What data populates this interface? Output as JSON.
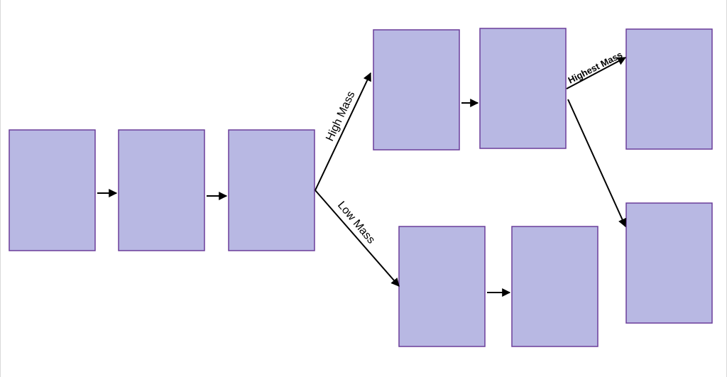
{
  "diagram": {
    "labels": {
      "high_mass": "High Mass",
      "low_mass": "Low Mass",
      "highest_mass": "Highest Mass"
    },
    "colors": {
      "box_fill": "#b8b8e3",
      "box_stroke": "#6a3d9a",
      "arrow": "#000000"
    }
  }
}
